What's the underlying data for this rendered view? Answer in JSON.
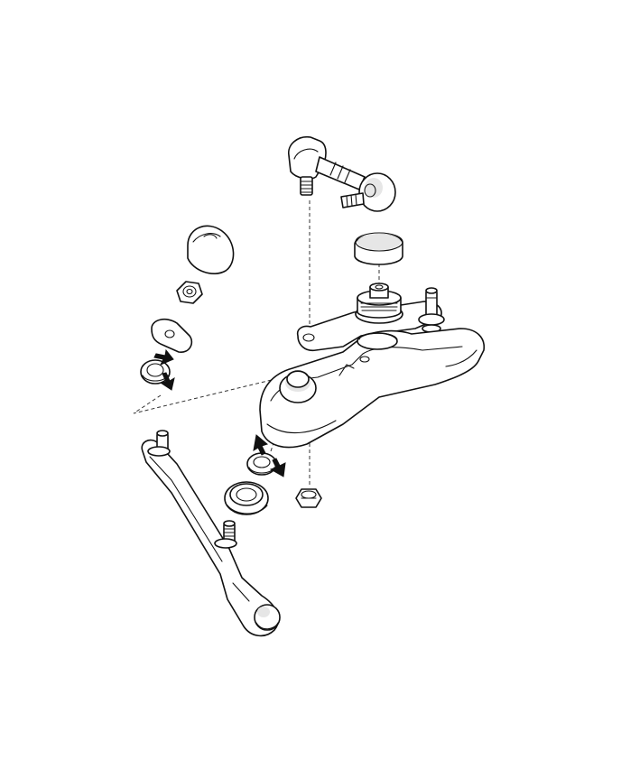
{
  "figure": {
    "background": "#ffffff",
    "line_color": "#111111",
    "parts": [
      {
        "name": "rod-end-linkage",
        "icon": "rod-end-icon"
      },
      {
        "name": "selector-knob-cap",
        "icon": "cap-icon"
      },
      {
        "name": "shift-lever-assembly",
        "icon": "lever-icon"
      },
      {
        "name": "gearshift-housing",
        "icon": "housing-icon"
      },
      {
        "name": "ball-socket-knob",
        "icon": "dome-icon"
      },
      {
        "name": "lock-nut-upper",
        "icon": "nut-icon"
      },
      {
        "name": "flat-washer",
        "icon": "washer-icon"
      },
      {
        "name": "bushing-clip-upper",
        "icon": "clip-icon"
      },
      {
        "name": "bushing-clip-lower",
        "icon": "clip-icon"
      },
      {
        "name": "rubber-grommet",
        "icon": "grommet-icon"
      },
      {
        "name": "lock-nut-lower",
        "icon": "nut-icon"
      },
      {
        "name": "relay-lever-arm",
        "icon": "arm-icon"
      }
    ],
    "arrow_markers": [
      {
        "name": "press-arrow",
        "count": 4
      }
    ]
  }
}
